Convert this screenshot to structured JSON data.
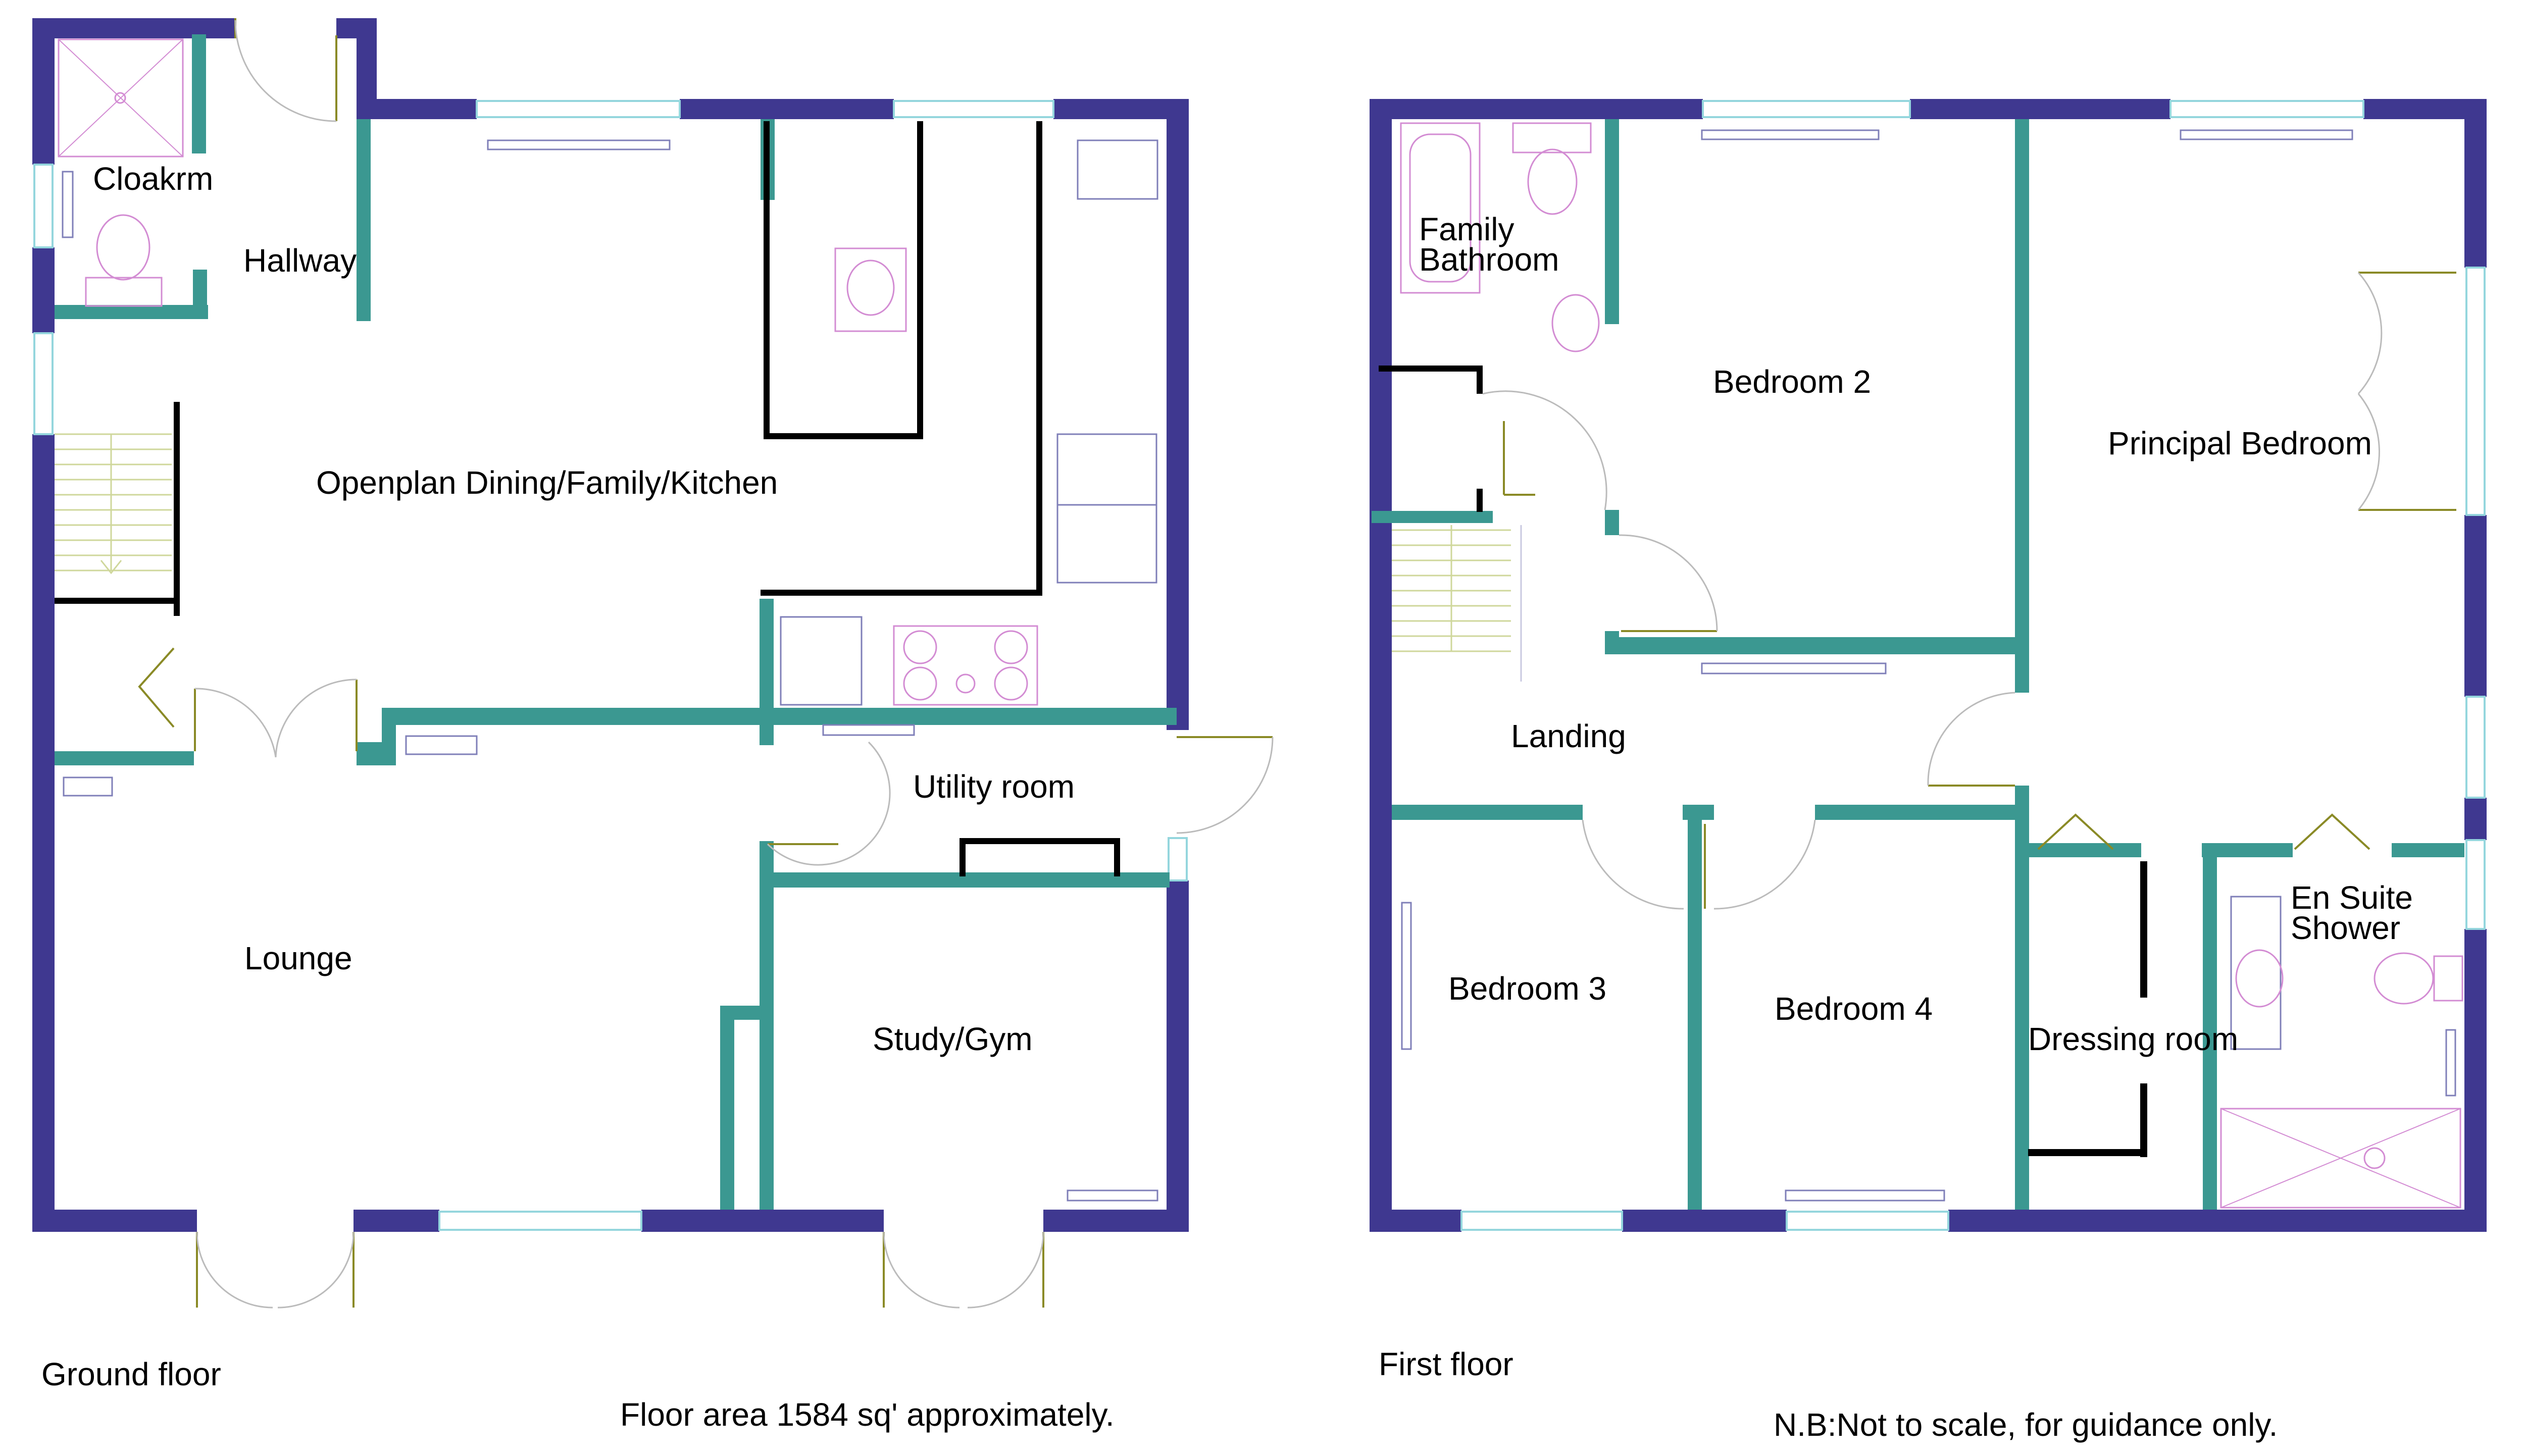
{
  "colors": {
    "outer_wall": "#3f3890",
    "inner_wall": "#3b9891",
    "partition": "#000000",
    "door": "#8a8a26",
    "window": "#94d6dd",
    "sanitary": "#d38cd3",
    "fixture": "#7f7fb8"
  },
  "floors": [
    {
      "label": "Ground floor"
    },
    {
      "label": "First floor"
    }
  ],
  "ground_rooms": [
    {
      "name": "Cloakrm"
    },
    {
      "name": "Hallway"
    },
    {
      "name": "Openplan Dining/Family/Kitchen"
    },
    {
      "name": "Utility room"
    },
    {
      "name": "Lounge"
    },
    {
      "name": "Study/Gym"
    }
  ],
  "first_rooms": [
    {
      "name": "Family\nBathroom"
    },
    {
      "name": "Bedroom 2"
    },
    {
      "name": "Principal Bedroom"
    },
    {
      "name": "Landing"
    },
    {
      "name": "Bedroom 3"
    },
    {
      "name": "Bedroom 4"
    },
    {
      "name": "Dressing room"
    },
    {
      "name": "En Suite\nShower"
    }
  ],
  "notes": {
    "floor_area": "Floor area 1584 sq' approximately.",
    "disclaimer": "N.B:Not to scale, for guidance only."
  }
}
